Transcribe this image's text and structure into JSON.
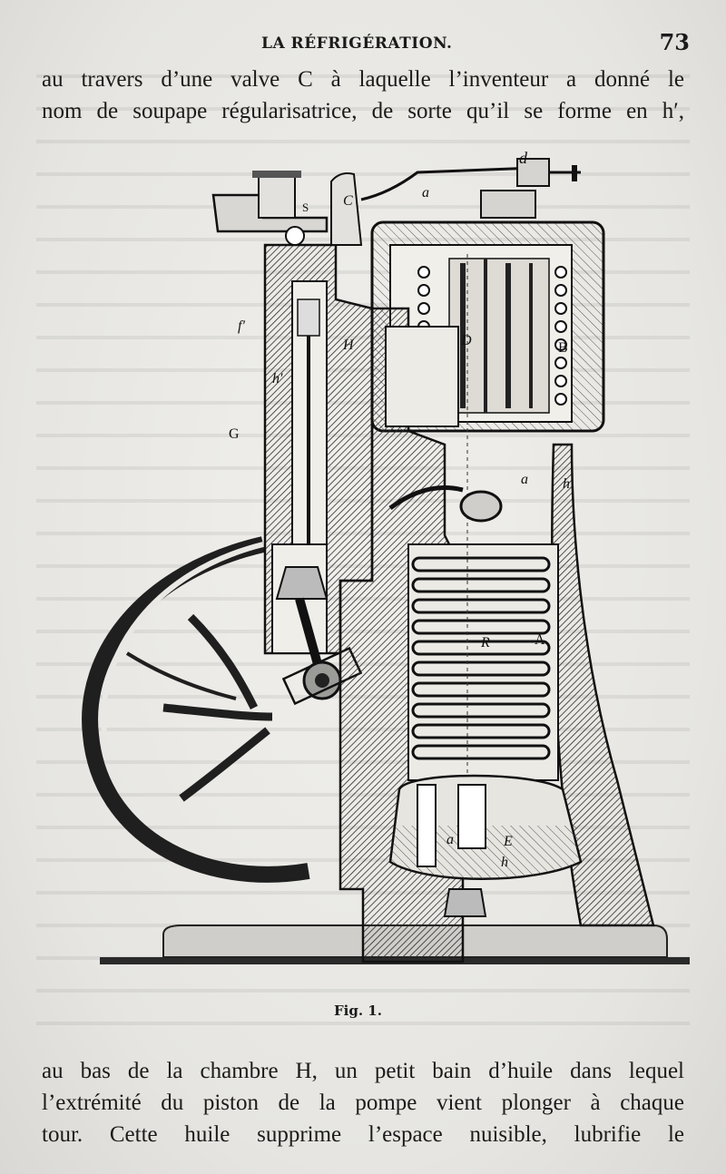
{
  "header": {
    "running_head": "LA RÉFRIGÉRATION.",
    "page_number": "73"
  },
  "top_paragraph": {
    "lines": [
      "au travers d’une valve C à laquelle l’inventeur a donné le",
      "nom de soupape régularisatrice, de sorte qu’il se forme en h′,"
    ]
  },
  "figure": {
    "caption": "Fig. 1.",
    "labels": {
      "a_top": "a",
      "d": "d",
      "S": "S",
      "C": "C",
      "f_prime": "f′",
      "H": "H",
      "h_prime": "h′",
      "G": "G",
      "D": "D",
      "B": "B",
      "a_mid": "a",
      "h": "h",
      "R": "R",
      "A": "A",
      "a_low": "a",
      "E": "E",
      "h_low": "h"
    }
  },
  "bottom_paragraph": {
    "lines": [
      "au bas de la chambre H, un petit bain d’huile dans lequel",
      "l’extrémité du piston de la pompe vient plonger à chaque",
      "tour. Cette huile supprime l’espace nuisible, lubrifie le"
    ]
  }
}
